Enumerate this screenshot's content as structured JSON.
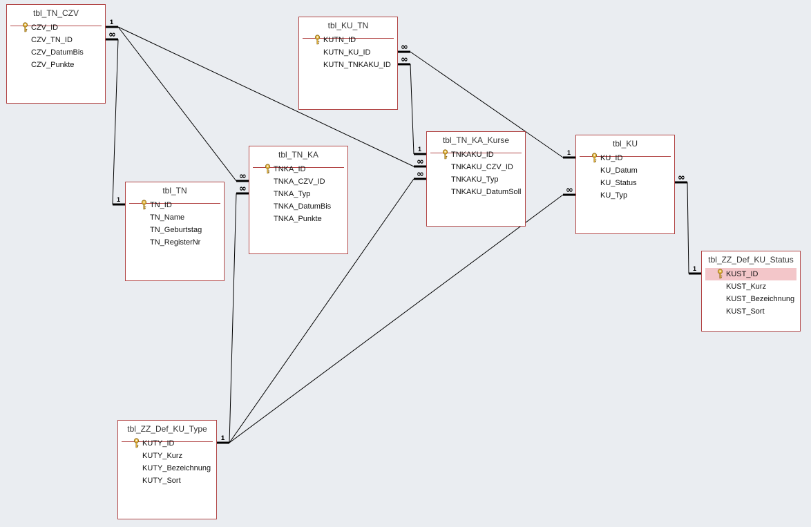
{
  "diagram": {
    "key_icon": "key-icon",
    "colors": {
      "background": "#eaedf1",
      "table_border": "#b24545",
      "selected_field": "#f3c6c9",
      "key_icon": "#e2b33a",
      "relationship_line": "#000000"
    },
    "tables": [
      {
        "id": "tbl_tn_czv",
        "name": "tbl_TN_CZV",
        "fields": [
          "CZV_ID",
          "CZV_TN_ID",
          "CZV_DatumBis",
          "CZV_Punkte"
        ],
        "primary_key": "CZV_ID"
      },
      {
        "id": "tbl_ku_tn",
        "name": "tbl_KU_TN",
        "fields": [
          "KUTN_ID",
          "KUTN_KU_ID",
          "KUTN_TNKAKU_ID"
        ],
        "primary_key": "KUTN_ID"
      },
      {
        "id": "tbl_tn_ka",
        "name": "tbl_TN_KA",
        "fields": [
          "TNKA_ID",
          "TNKA_CZV_ID",
          "TNKA_Typ",
          "TNKA_DatumBis",
          "TNKA_Punkte"
        ],
        "primary_key": "TNKA_ID"
      },
      {
        "id": "tbl_tn",
        "name": "tbl_TN",
        "fields": [
          "TN_ID",
          "TN_Name",
          "TN_Geburtstag",
          "TN_RegisterNr"
        ],
        "primary_key": "TN_ID"
      },
      {
        "id": "tbl_tn_ka_kurse",
        "name": "tbl_TN_KA_Kurse",
        "fields": [
          "TNKAKU_ID",
          "TNKAKU_CZV_ID",
          "TNKAKU_Typ",
          "TNKAKU_DatumSoll"
        ],
        "primary_key": "TNKAKU_ID"
      },
      {
        "id": "tbl_ku",
        "name": "tbl_KU",
        "fields": [
          "KU_ID",
          "KU_Datum",
          "KU_Status",
          "KU_Typ"
        ],
        "primary_key": "KU_ID"
      },
      {
        "id": "tbl_zz_def_ku_status",
        "name": "tbl_ZZ_Def_KU_Status",
        "fields": [
          "KUST_ID",
          "KUST_Kurz",
          "KUST_Bezeichnung",
          "KUST_Sort"
        ],
        "primary_key": "KUST_ID",
        "selected_field": "KUST_ID"
      },
      {
        "id": "tbl_zz_def_ku_type",
        "name": "tbl_ZZ_Def_KU_Type",
        "fields": [
          "KUTY_ID",
          "KUTY_Kurz",
          "KUTY_Bezeichnung",
          "KUTY_Sort"
        ],
        "primary_key": "KUTY_ID"
      }
    ],
    "relationships": [
      {
        "from": "tbl_TN_CZV.CZV_ID",
        "to": "tbl_TN_KA.TNKA_CZV_ID",
        "one_label": "1",
        "many_label": "∞"
      },
      {
        "from": "tbl_TN_CZV.CZV_ID",
        "to": "tbl_TN_KA_Kurse.TNKAKU_CZV_ID",
        "one_label": "1",
        "many_label": "∞"
      },
      {
        "from": "tbl_TN.TN_ID",
        "to": "tbl_TN_CZV.CZV_TN_ID",
        "one_label": "1",
        "many_label": "∞"
      },
      {
        "from": "tbl_TN_KA_Kurse.TNKAKU_ID",
        "to": "tbl_KU_TN.KUTN_TNKAKU_ID",
        "one_label": "1",
        "many_label": "∞"
      },
      {
        "from": "tbl_KU.KU_ID",
        "to": "tbl_KU_TN.KUTN_KU_ID",
        "one_label": "1",
        "many_label": "∞"
      },
      {
        "from": "tbl_ZZ_Def_KU_Status.KUST_ID",
        "to": "tbl_KU.KU_Status",
        "one_label": "1",
        "many_label": "∞"
      },
      {
        "from": "tbl_ZZ_Def_KU_Type.KUTY_ID",
        "to": "tbl_TN_KA.TNKA_Typ",
        "one_label": "1",
        "many_label": "∞"
      },
      {
        "from": "tbl_ZZ_Def_KU_Type.KUTY_ID",
        "to": "tbl_TN_KA_Kurse.TNKAKU_Typ",
        "one_label": "1",
        "many_label": "∞"
      },
      {
        "from": "tbl_ZZ_Def_KU_Type.KUTY_ID",
        "to": "tbl_KU.KU_Typ",
        "one_label": "1",
        "many_label": "∞"
      }
    ]
  }
}
